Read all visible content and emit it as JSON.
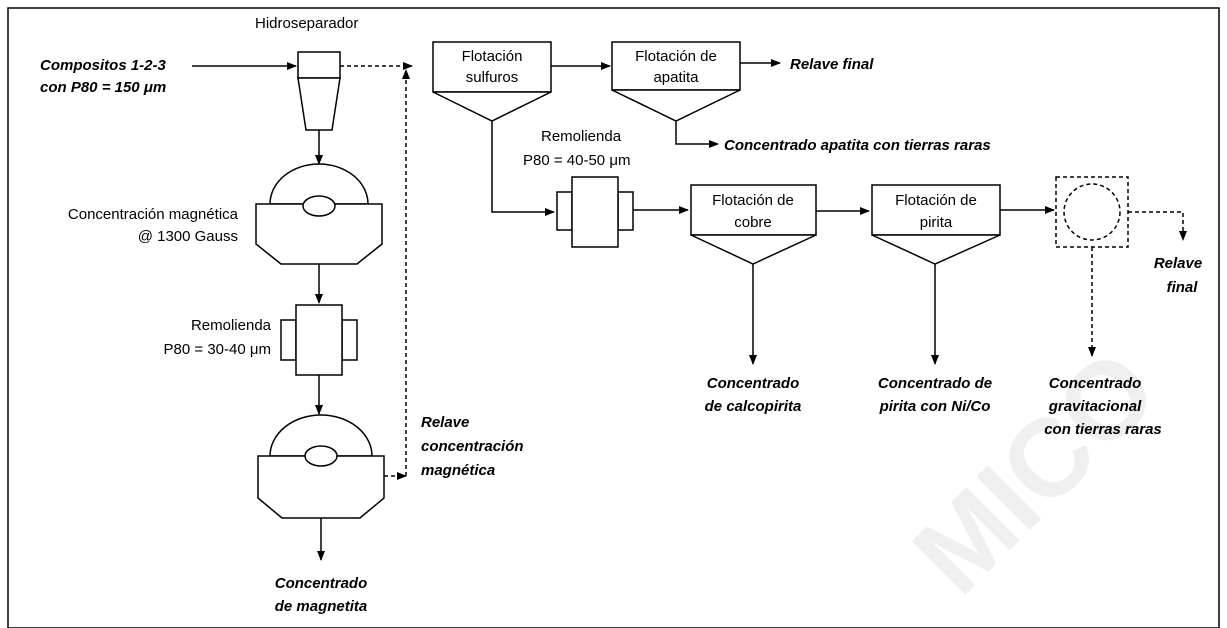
{
  "feed": {
    "line1": "Compositos 1-2-3",
    "line2": "con P80 = 150 μm"
  },
  "hydroseparator_label": "Hidroseparador",
  "magnetic_concentration": {
    "line1": "Concentración magnética",
    "line2": "@ 1300 Gauss"
  },
  "regrind_1": {
    "line1": "Remolienda",
    "line2": "P80 = 30-40 μm"
  },
  "magnetite_concentrate": {
    "line1": "Concentrado",
    "line2": "de magnetita"
  },
  "magnetic_tailing": {
    "line1": "Relave",
    "line2": "concentración",
    "line3": "magnética"
  },
  "flotation_sulfides": {
    "line1": "Flotación",
    "line2": "sulfuros"
  },
  "flotation_apatite": {
    "line1": "Flotación de",
    "line2": "apatita"
  },
  "final_tailing_top": "Relave final",
  "apatite_concentrate": "Concentrado apatita con tierras raras",
  "regrind_2": {
    "line1": "Remolienda",
    "line2": "P80 = 40-50 μm"
  },
  "flotation_copper": {
    "line1": "Flotación de",
    "line2": "cobre"
  },
  "flotation_pyrite": {
    "line1": "Flotación de",
    "line2": "pirita"
  },
  "final_tailing_right": {
    "line1": "Relave",
    "line2": "final"
  },
  "chalcopyrite_concentrate": {
    "line1": "Concentrado",
    "line2": "de calcopirita"
  },
  "pyrite_concentrate": {
    "line1": "Concentrado de",
    "line2": "pirita con Ni/Co"
  },
  "gravity_concentrate": {
    "line1": "Concentrado",
    "line2": "gravitacional",
    "line3": "con tierras raras"
  },
  "watermark": "MICO"
}
